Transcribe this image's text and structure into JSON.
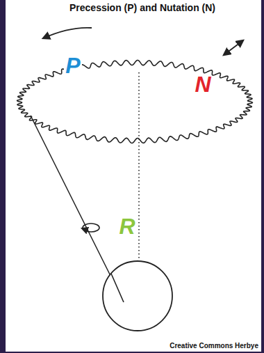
{
  "diagram": {
    "title": "Precession (P) and Nutation (N)",
    "labels": [
      "P",
      "N",
      "R",
      "Creative Commons Herbye"
    ]
  }
}
